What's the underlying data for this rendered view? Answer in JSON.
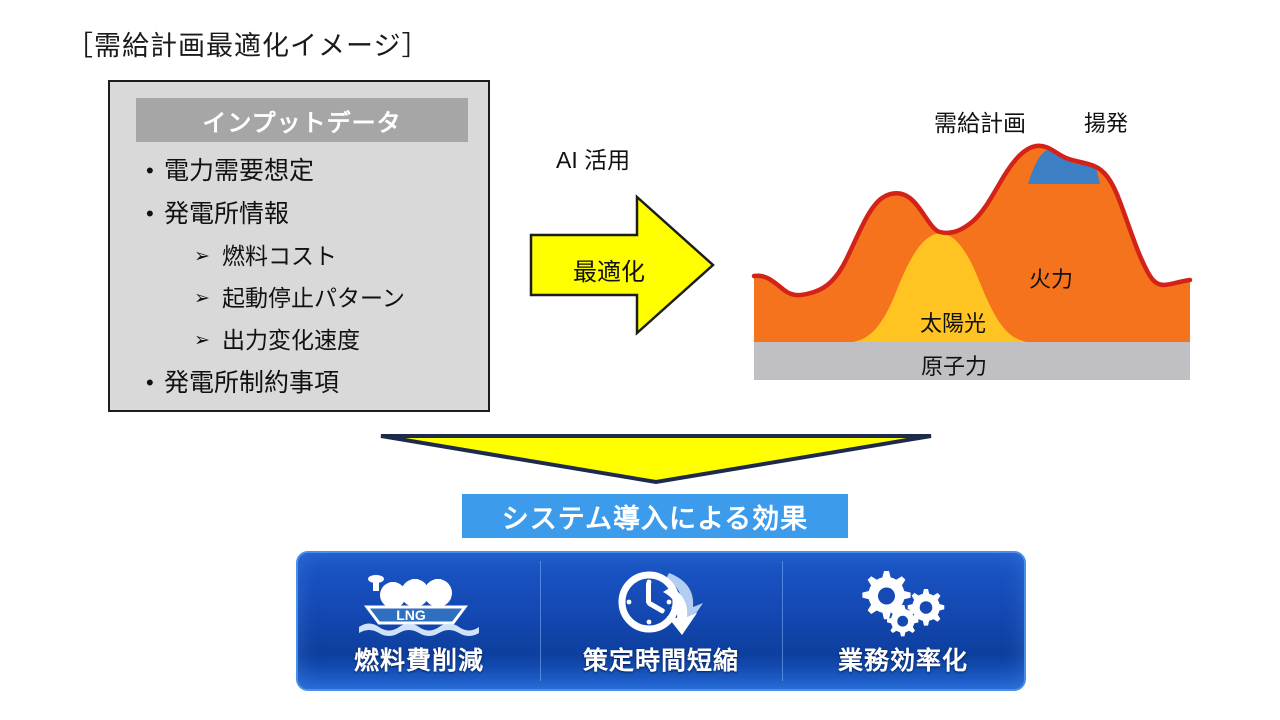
{
  "page": {
    "title": "［需給計画最適化イメージ］"
  },
  "input_panel": {
    "header": "インプットデータ",
    "bullet_marker": "•",
    "sub_marker": "➢",
    "items": [
      {
        "level": 1,
        "label": "電力需要想定"
      },
      {
        "level": 1,
        "label": "発電所情報"
      },
      {
        "level": 2,
        "label": "燃料コスト"
      },
      {
        "level": 2,
        "label": "起動停止パターン"
      },
      {
        "level": 2,
        "label": "出力変化速度"
      },
      {
        "level": 1,
        "label": "発電所制約事項"
      }
    ]
  },
  "arrow": {
    "top_label": "AI 活用",
    "inner_label": "最適化",
    "fill_color": "#ffff00",
    "stroke_color": "#1d1d1d"
  },
  "chart_data": {
    "type": "area",
    "title": "需給計画",
    "xlabel": "",
    "ylabel": "",
    "grid": false,
    "legend_position": "inline-annotations",
    "x": [
      0,
      1,
      2,
      3,
      4,
      5,
      6,
      7,
      8,
      9,
      10,
      11,
      12,
      13,
      14,
      15,
      16,
      17,
      18,
      19,
      20
    ],
    "series": [
      {
        "name": "原子力",
        "color": "#bfbfc4",
        "label": "原子力",
        "values": [
          22,
          22,
          22,
          22,
          22,
          22,
          22,
          22,
          22,
          22,
          22,
          22,
          22,
          22,
          22,
          22,
          22,
          22,
          22,
          22,
          22
        ]
      },
      {
        "name": "太陽光",
        "color": "#ffc421",
        "label": "太陽光",
        "values": [
          22,
          22,
          22,
          22,
          23,
          28,
          40,
          58,
          74,
          82,
          80,
          68,
          50,
          34,
          26,
          23,
          22,
          22,
          22,
          22,
          22
        ]
      },
      {
        "name": "火力",
        "color": "#f4731c",
        "label": "火力",
        "values": [
          66,
          60,
          56,
          55,
          57,
          62,
          78,
          95,
          99,
          95,
          90,
          88,
          90,
          96,
          108,
          120,
          128,
          124,
          118,
          96,
          72
        ]
      },
      {
        "name": "揚発",
        "color": "#3c7fc4",
        "label": "揚発",
        "values": [
          0,
          0,
          0,
          0,
          0,
          0,
          0,
          0,
          0,
          0,
          0,
          0,
          0,
          0,
          0,
          20,
          24,
          20,
          6,
          0,
          0
        ]
      }
    ],
    "outline_color": "#d32218",
    "annotations": [
      {
        "text": "需給計画",
        "role": "chart-title"
      },
      {
        "text": "揚発",
        "role": "series-label",
        "series": "揚発"
      },
      {
        "text": "火力",
        "role": "series-label",
        "series": "火力"
      },
      {
        "text": "太陽光",
        "role": "series-label",
        "series": "太陽光"
      },
      {
        "text": "原子力",
        "role": "series-label",
        "series": "原子力"
      }
    ]
  },
  "down_arrow": {
    "fill_color": "#ffff00",
    "stroke_color": "#1d2a4a"
  },
  "effect_banner": {
    "label": "システム導入による効果",
    "background": "#3d9bec",
    "text_color": "#ffffff"
  },
  "benefits": {
    "panel_color": "#1549b4",
    "items": [
      {
        "label": "燃料費削減",
        "icon": "lng-ship-icon",
        "icon_text": "LNG"
      },
      {
        "label": "策定時間短縮",
        "icon": "clock-arrow-icon",
        "icon_text": ""
      },
      {
        "label": "業務効率化",
        "icon": "gears-icon",
        "icon_text": ""
      }
    ]
  }
}
